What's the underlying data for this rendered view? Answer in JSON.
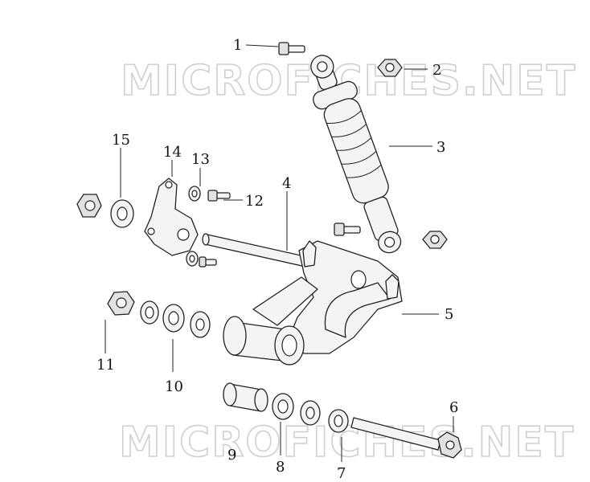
{
  "watermark": {
    "top_text": "MICROFICHES.NET",
    "bottom_text": "MICROFICHES.NET"
  },
  "callouts": {
    "c1": "1",
    "c2": "2",
    "c3": "3",
    "c4": "4",
    "c5": "5",
    "c6": "6",
    "c7": "7",
    "c8": "8",
    "c9": "9",
    "c10": "10",
    "c11": "11",
    "c12": "12",
    "c13": "13",
    "c14": "14",
    "c15": "15"
  }
}
